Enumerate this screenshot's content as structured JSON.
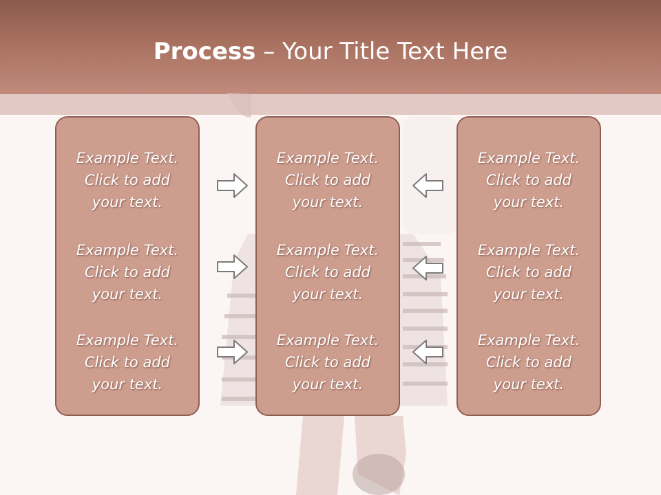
{
  "title": {
    "bold": "Process",
    "rest": " – Your Title Text Here"
  },
  "columns": [
    {
      "items": [
        "Example Text.\nClick  to add\nyour text.",
        "Example Text.\nClick  to add\nyour text.",
        "Example Text.\nClick  to add\nyour text."
      ]
    },
    {
      "items": [
        "Example Text.\nClick  to add\nyour text.",
        "Example Text.\nClick  to add\nyour text.",
        "Example Text.\nClick  to add\nyour text."
      ]
    },
    {
      "items": [
        "Example Text.\nClick  to add\nyour text.",
        "Example Text.\nClick  to add\nyour text.",
        "Example Text.\nClick  to add\nyour text."
      ]
    }
  ],
  "arrows": {
    "left_side": "right-arrow-icon",
    "right_side": "left-arrow-icon"
  },
  "colors": {
    "header": "#a8705f",
    "box_fill": "#cd9d8e",
    "box_border": "#8f5f54"
  }
}
